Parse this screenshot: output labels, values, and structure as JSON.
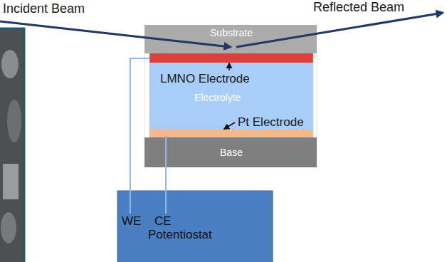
{
  "diagram": {
    "nodes": [
      {
        "text": [
          "Substrate"
        ]
      },
      {
        "text": [
          "Electrolyte"
        ]
      },
      {
        "text": [
          "Base"
        ]
      },
      {
        "text": [
          "WE",
          "CE",
          "Potentiostat"
        ]
      }
    ],
    "labels": [
      "Incident Beam",
      "Reflected Beam",
      "LMNO Electrode",
      "Pt Electrode"
    ]
  }
}
